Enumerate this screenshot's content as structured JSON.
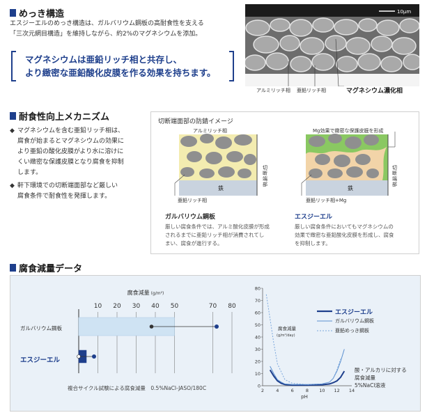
{
  "sections": {
    "plating": {
      "title": "めっき構造",
      "body": [
        "エスジーエルのめっき構造は、ガルバリウム鋼板の高耐食性を支える",
        "「三次元網目構造」を維持しながら、約2%のマグネシウムを添加。"
      ],
      "callout": [
        "マグネシウムは亜鉛リッチ相と共存し、",
        "より緻密な亜鉛酸化皮膜を作る効果を持ちます。"
      ],
      "micro": {
        "scale": "10μm",
        "labels": [
          "アルミリッチ相",
          "亜鉛リッチ相",
          "マグネシウム濃化相"
        ]
      }
    },
    "mechanism": {
      "title": "耐食性向上メカニズム",
      "bullets": [
        {
          "mark": "◆",
          "lines": [
            "マグネシウムを含む亜鉛リッチ相は、",
            "腐食が始まるとマグネシウムの効果に",
            "より亜鉛の酸化皮膜がより水に溶けに",
            "くい緻密な保護皮膜となり腐食を抑制",
            "します。"
          ]
        },
        {
          "mark": "◆",
          "lines": [
            "軒下環境での切断端面部など厳しい",
            "腐食条件で耐食性を発揮します。"
          ]
        }
      ],
      "panel": {
        "title": "切断端面部の防錆イメージ",
        "left": {
          "top_label": "アルミリッチ相",
          "bottom_label": "亜鉛リッチ相",
          "base": "鉄",
          "edge": [
            "切",
            "断",
            "端",
            "部"
          ],
          "caption_title": "ガルバリウム鋼板",
          "caption": [
            "厳しい腐食条件では、アルミ酸化皮膜が形成",
            "されるまでに亜鉛リッチ相が消費されてし",
            "まい、腐食が進行する。"
          ]
        },
        "right": {
          "top_label": "Mg効果で緻密な保護皮膜を形成",
          "bottom_label": "亜鉛リッチ相+Mg",
          "base": "鉄",
          "edge": [
            "切",
            "断",
            "端",
            "部"
          ],
          "caption_title": "エスジーエル",
          "caption": [
            "厳しい腐食条件においてもマグネシウムの",
            "効果で緻密な亜鉛酸化皮膜を形成し、腐食",
            "を抑制します。"
          ]
        }
      }
    },
    "data": {
      "title": "腐食減量データ",
      "footnote": "複合サイクル試験による腐食減量　0.5%NaCl-JASO/180C",
      "ph_note": [
        "酸・アルカリに対する",
        "腐食減量",
        "5%NaCl溶液"
      ]
    }
  },
  "colors": {
    "accent": "#1e3f8c",
    "bar_light": "#cfe3f3",
    "bar_dark": "#1e3f8c",
    "alumi": "#f3ecb0",
    "zinc": "#f2d4a8",
    "iron": "#c9d3df",
    "green": "#7ec65a"
  },
  "chart_data": [
    {
      "type": "bar",
      "title": "腐食減量",
      "title_unit": "(g/m²)",
      "categories": [
        "ガルバリウム鋼板",
        "エスジーエル"
      ],
      "series": [
        {
          "values": [
            50,
            4
          ]
        }
      ],
      "error_max": [
        72,
        8
      ],
      "error_min": [
        38,
        0
      ],
      "ticks": [
        10,
        20,
        30,
        40,
        50,
        70,
        80
      ],
      "xlim": [
        0,
        80
      ],
      "grid": true
    },
    {
      "type": "line",
      "ylabel": "腐食減量",
      "ylabel_unit": "(g/m²/day)",
      "xlabel": "pH",
      "xlim": [
        2,
        14
      ],
      "ylim": [
        0,
        80
      ],
      "xticks": [
        2,
        4,
        6,
        8,
        10,
        12,
        14
      ],
      "yticks": [
        0,
        10,
        20,
        30,
        40,
        50,
        60,
        70,
        80
      ],
      "legend_position": "top-right",
      "series": [
        {
          "name": "エスジーエル",
          "style": "solid-bold",
          "color": "#1e3f8c",
          "x": [
            3,
            3.5,
            4,
            4.5,
            5,
            6,
            8,
            10,
            11,
            11.5,
            12,
            12.5,
            13
          ],
          "y": [
            13,
            8,
            4,
            2,
            1,
            0.5,
            0.5,
            0.8,
            1.5,
            2.5,
            4,
            7,
            12
          ]
        },
        {
          "name": "ガルバリウム鋼板",
          "style": "solid",
          "color": "#5a8fd0",
          "x": [
            3,
            3.5,
            4,
            4.5,
            5,
            6,
            8,
            10,
            11,
            11.5,
            12,
            12.5,
            13
          ],
          "y": [
            16,
            10,
            5,
            3,
            1.5,
            1,
            1,
            1.5,
            3,
            6,
            12,
            20,
            30
          ]
        },
        {
          "name": "亜鉛めっき鋼板",
          "style": "dashed",
          "color": "#7aa6dc",
          "x": [
            2.5,
            3,
            3.5,
            4,
            5,
            6,
            8,
            10,
            11,
            11.5,
            12,
            12.5
          ],
          "y": [
            75,
            55,
            35,
            18,
            5,
            2,
            1,
            1.5,
            3,
            6,
            13,
            22
          ]
        }
      ]
    }
  ]
}
